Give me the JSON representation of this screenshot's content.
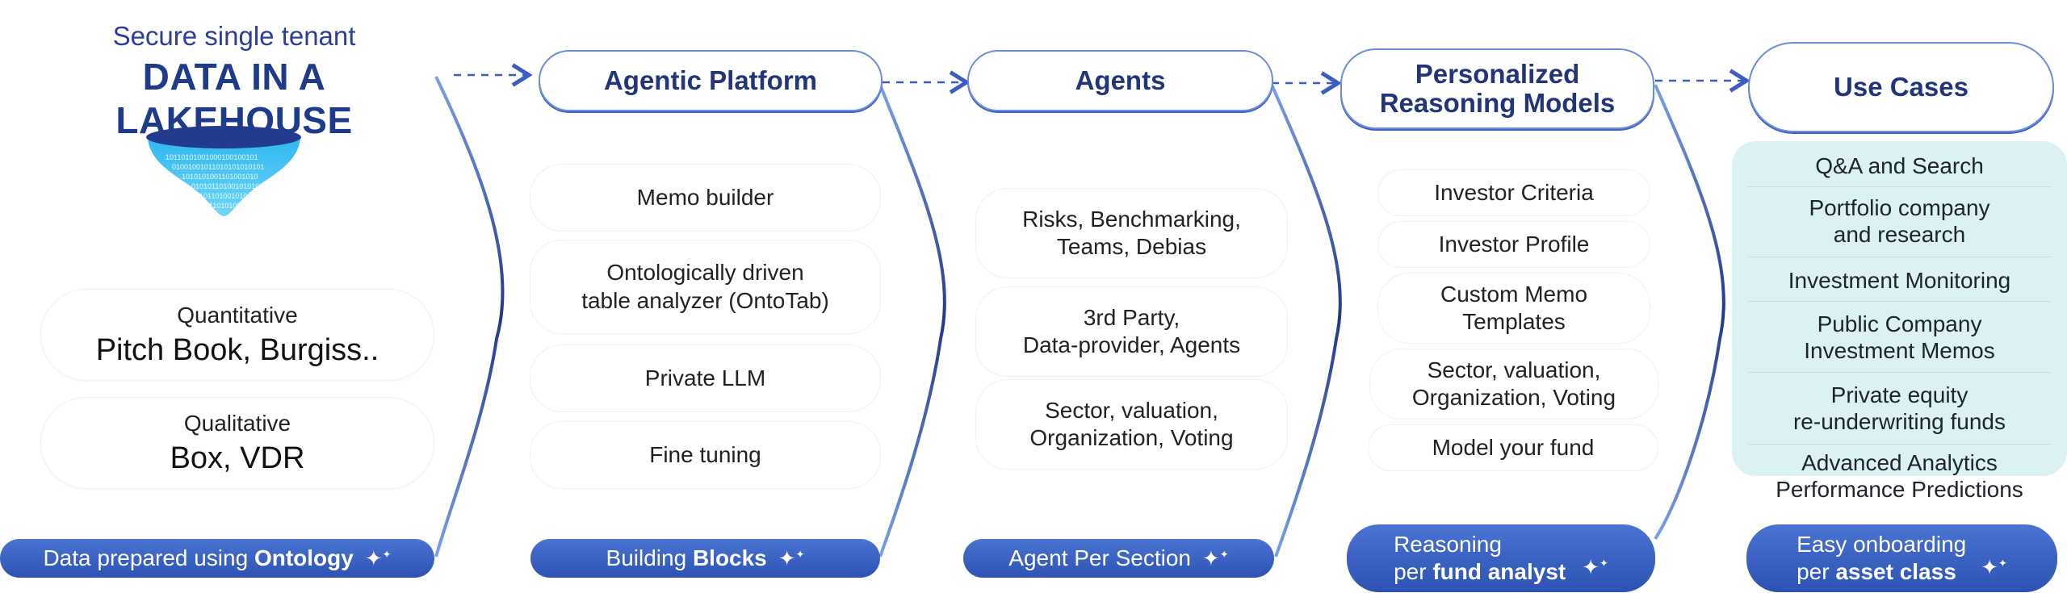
{
  "source": {
    "subtitle": "Secure single tenant",
    "title": "DATA IN A LAKEHOUSE",
    "quantitative": {
      "caption": "Quantitative",
      "value": "Pitch Book, Burgiss.."
    },
    "qualitative": {
      "caption": "Qualitative",
      "value": "Box, VDR"
    },
    "bottom": {
      "text": "Data prepared using ",
      "bold": "Ontology"
    }
  },
  "platform": {
    "header": "Agentic Platform",
    "items": [
      "Memo builder",
      "Ontologically driven\ntable analyzer (OntoTab)",
      "Private LLM",
      "Fine tuning"
    ],
    "bottom": {
      "text": "Building ",
      "bold": "Blocks"
    }
  },
  "agents": {
    "header": "Agents",
    "items": [
      "Risks, Benchmarking,\nTeams, Debias",
      "3rd Party,\nData-provider, Agents",
      "Sector, valuation,\nOrganization, Voting"
    ],
    "bottom": {
      "text": "Agent Per Section",
      "bold": ""
    }
  },
  "reasoning": {
    "header_line1": "Personalized",
    "header_line2": "Reasoning Models",
    "items": [
      "Investor Criteria",
      "Investor Profile",
      "Custom Memo\nTemplates",
      "Sector, valuation,\nOrganization, Voting",
      "Model your fund"
    ],
    "bottom": {
      "line1": "Reasoning",
      "line2": "per ",
      "bold": "fund analyst"
    }
  },
  "use_cases": {
    "header": "Use Cases",
    "items": [
      "Q&A and Search",
      "Portfolio company\nand research",
      "Investment Monitoring",
      "Public Company\nInvestment Memos",
      "Private equity\nre-underwriting funds",
      "Advanced Analytics\nPerformance Predictions"
    ],
    "bottom": {
      "line1": "Easy onboarding",
      "line2": "per ",
      "bold": "asset class"
    }
  },
  "colors": {
    "brand": "#1e3a8a",
    "accent": "#4a73d2",
    "panel": "#dcf1f2",
    "connector": "#4a6fd0"
  },
  "icons": {
    "sparkle": "sparkle-icon",
    "funnel": "data-funnel-icon"
  }
}
